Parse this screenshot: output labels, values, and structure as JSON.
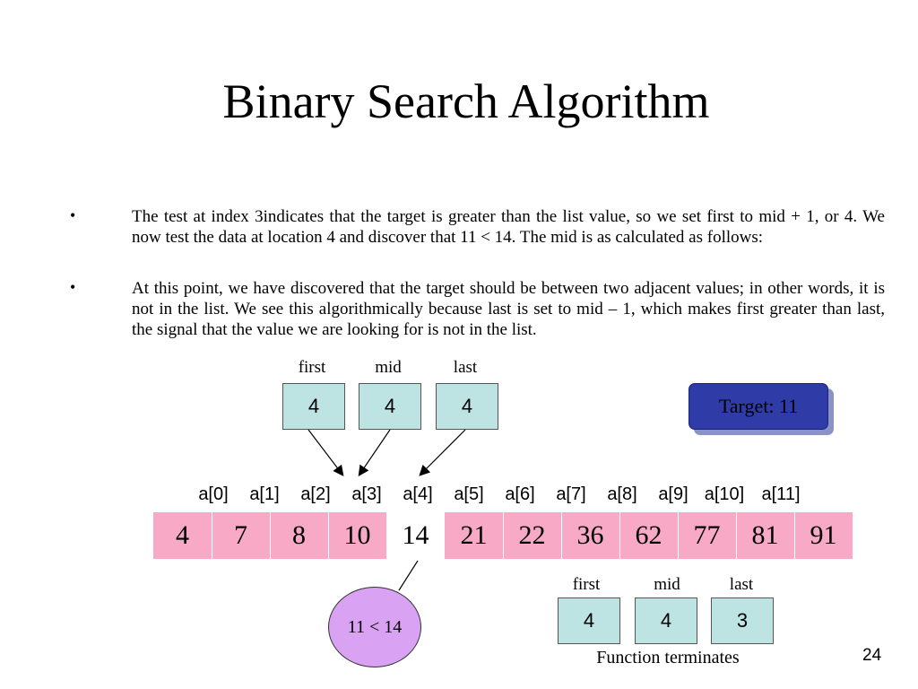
{
  "title": "Binary Search Algorithm",
  "bullets": [
    {
      "marker": "•",
      "text": "The test at index 3indicates that the target is greater than the list value, so we set first to mid + 1, or 4. We now test the data at location 4 and discover that 11 < 14. The mid is as calculated as follows:"
    },
    {
      "marker": "•",
      "text": "At this point, we have discovered that the target should be between two adjacent values; in other words, it is not in the list. We see this algorithmically because last is set to mid – 1, which makes first greater than last, the signal that the value we are looking for is not in the list."
    }
  ],
  "top_pointers": [
    {
      "label": "first",
      "value": "4"
    },
    {
      "label": "mid",
      "value": "4"
    },
    {
      "label": "last",
      "value": "4"
    }
  ],
  "target_label": "Target: 11",
  "array": {
    "indices": [
      "a[0]",
      "a[1]",
      "a[2]",
      "a[3]",
      "a[4]",
      "a[5]",
      "a[6]",
      "a[7]",
      "a[8]",
      "a[9]",
      "a[10]",
      "a[11]"
    ],
    "values": [
      "4",
      "7",
      "8",
      "10",
      "14",
      "21",
      "22",
      "36",
      "62",
      "77",
      "81",
      "91"
    ],
    "highlight_color": "#f7a9c6",
    "highlight_excluded_index": 4
  },
  "comparison_label": "11 < 14",
  "bottom_pointers": [
    {
      "label": "first",
      "value": "4"
    },
    {
      "label": "mid",
      "value": "4"
    },
    {
      "label": "last",
      "value": "3"
    }
  ],
  "footer_note": "Function terminates",
  "page_number": "24"
}
